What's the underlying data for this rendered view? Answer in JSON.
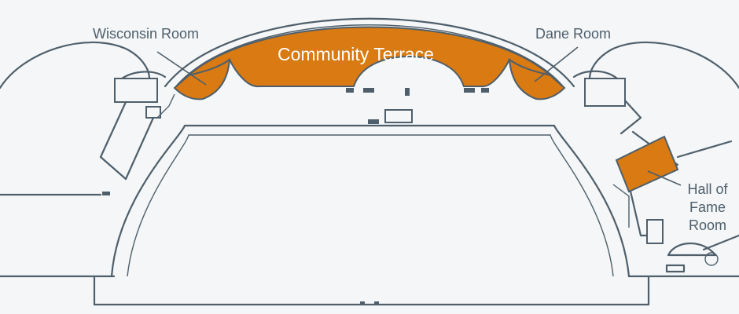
{
  "labels": {
    "wisconsin_room": "Wisconsin Room",
    "community_terrace": "Community Terrace",
    "dane_room": "Dane Room",
    "hall_of_fame_line1": "Hall of",
    "hall_of_fame_line2": "Fame",
    "hall_of_fame_line3": "Room"
  },
  "colors": {
    "highlight": "#d97a12",
    "line": "#4e5f6b",
    "background": "#f4f6f7",
    "label_on_highlight": "#ffffff"
  }
}
